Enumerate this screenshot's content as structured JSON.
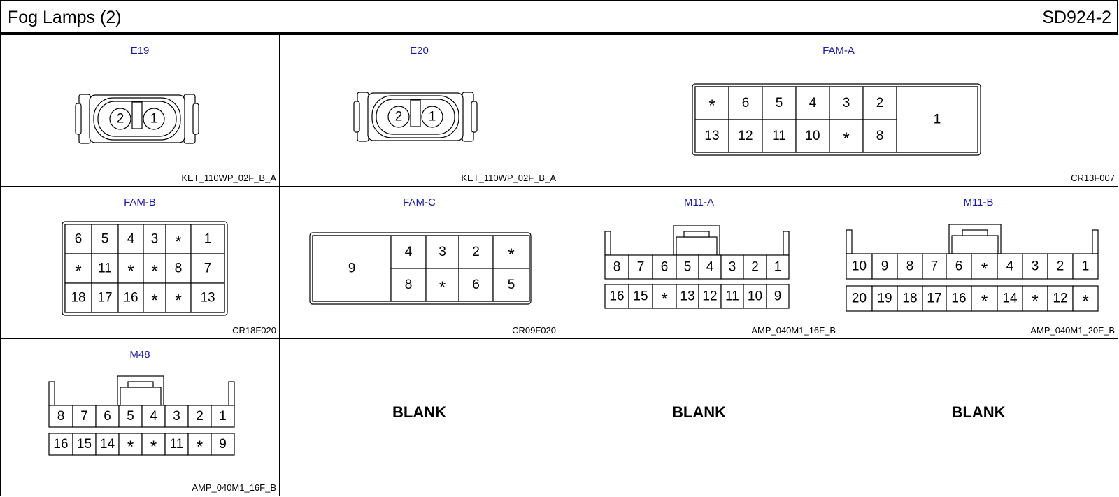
{
  "header": {
    "title": "Fog Lamps (2)",
    "code": "SD924-2"
  },
  "connectors": {
    "e19": {
      "name": "E19",
      "part": "KET_110WP_02F_B_A",
      "pins": [
        "2",
        "1"
      ]
    },
    "e20": {
      "name": "E20",
      "part": "KET_110WP_02F_B_A",
      "pins": [
        "2",
        "1"
      ]
    },
    "fama": {
      "name": "FAM-A",
      "part": "CR13F007",
      "row1": [
        "*",
        "6",
        "5",
        "4",
        "3",
        "2"
      ],
      "row2": [
        "13",
        "12",
        "11",
        "10",
        "*",
        "8"
      ],
      "big": "1"
    },
    "famb": {
      "name": "FAM-B",
      "part": "CR18F020",
      "row1": [
        "6",
        "5",
        "4",
        "3",
        "*",
        "1"
      ],
      "row2": [
        "*",
        "11",
        "*",
        "*",
        "8",
        "7"
      ],
      "row3": [
        "18",
        "17",
        "16",
        "*",
        "*",
        "13"
      ]
    },
    "famc": {
      "name": "FAM-C",
      "part": "CR09F020",
      "big": "9",
      "row1": [
        "4",
        "3",
        "2",
        "*"
      ],
      "row2": [
        "8",
        "*",
        "6",
        "5"
      ]
    },
    "m11a": {
      "name": "M11-A",
      "part": "AMP_040M1_16F_B",
      "row1": [
        "8",
        "7",
        "6",
        "5",
        "4",
        "3",
        "2",
        "1"
      ],
      "row2": [
        "16",
        "15",
        "*",
        "13",
        "12",
        "11",
        "10",
        "9"
      ]
    },
    "m11b": {
      "name": "M11-B",
      "part": "AMP_040M1_20F_B",
      "row1": [
        "10",
        "9",
        "8",
        "7",
        "6",
        "*",
        "4",
        "3",
        "2",
        "1"
      ],
      "row2": [
        "20",
        "19",
        "18",
        "17",
        "16",
        "*",
        "14",
        "*",
        "12",
        "*"
      ]
    },
    "m48": {
      "name": "M48",
      "part": "AMP_040M1_16F_B",
      "row1": [
        "8",
        "7",
        "6",
        "5",
        "4",
        "3",
        "2",
        "1"
      ],
      "row2": [
        "16",
        "15",
        "14",
        "*",
        "*",
        "11",
        "*",
        "9"
      ]
    }
  },
  "blanks": [
    "BLANK",
    "BLANK",
    "BLANK"
  ]
}
